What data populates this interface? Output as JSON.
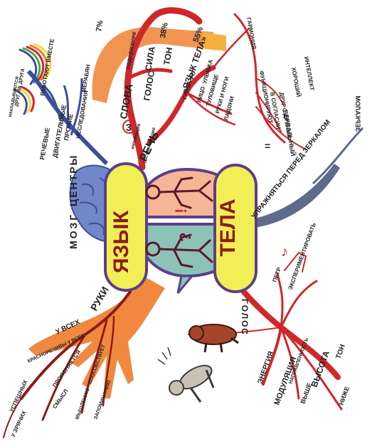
{
  "center": {
    "word_left": "ЯЗЫК",
    "word_right": "ТЕЛА",
    "exclaim": "!",
    "question": "?"
  },
  "colors": {
    "yellow": "#f2ee55",
    "peach": "#f5b596",
    "teal": "#8cc2b8",
    "purple": "#5b3f8a",
    "red": "#d0272b",
    "dark_red": "#8c1b1b",
    "orange": "#f0883f",
    "blue": "#3b4f9c",
    "slate": "#5f6b8c",
    "brain_blue": "#7187c9"
  },
  "speech": {
    "rech": "РЕЧЬ",
    "n3": "3",
    "slova": "СЛОВА",
    "plus": "+",
    "soderzhanie": "содержание",
    "p7": "7%",
    "golos": "ГОЛОС",
    "sila": "СИЛА",
    "ton": "ТОН",
    "p38": "38%",
    "yazyk_tela": "«ЯЗЫК ТЕЛА»",
    "p55": "55%",
    "intonaciya": "интонация",
    "sostavlyayushie": "составляющие",
    "glaza": "ГЛАЗА",
    "rot": "РОТ",
    "lico": "ЛИЦО",
    "ulybka": "УЛЫБКА",
    "tulovishe": "ТУЛОВИЩЕ",
    "ruki_nogi": "РУКИ И НОГИ",
    "ladoni": "ЛАДОНИ",
    "garmoniya": "ГАРМОНИЯ",
    "funkcionirut": "ФУНКЦИОНИРУЮТ",
    "v_soglasii": "В СОГЛАСИИ",
    "drug_s_drugom": "ДРУГ С ДРУГОМ",
    "horoshiy": "ХОРОШИЙ",
    "intellekt": "ИНТЕЛЛЕКТ",
    "verbalniy": "ВЕРБАЛЬНЫЙ",
    "equals": "="
  },
  "brain": {
    "mozg": "МОЗГ",
    "centry": "ЦЕНТРЫ",
    "rechevye": "РЕЧЕВЫЕ",
    "dvigatelnye": "ДВИГАТЕЛЬНЫЕ",
    "prochie": "ПРОЧИЕ",
    "issledovaniya": "ИССЛЕДОВАНИЯ",
    "merabyan": "МЕРАБЯН",
    "rabotayut_vmeste": "РАБОТАЮТ ВМЕСТЕ",
    "nakladyvayutsya": "НАКЛАДЫВАЮТСЯ",
    "drug_na_druga": "ДРУГ НА ДРУГА"
  },
  "mirror": {
    "uprazhnyatsya": "УПРАЖНЯТЬСЯ ПЕРЕД ЗЕРКАЛОМ",
    "mirrored": "ЗЕРКАЛОМ"
  },
  "voice": {
    "golos": "ГОЛОС",
    "petr": "ПЕТР",
    "eksperimentirovat": "ЭКСПЕРИМЕНТИРОВАТЬ",
    "energiya": "ЭНЕРГИЯ",
    "modulyaciya": "МОДУЛЯЦИЯ",
    "napravlennost": "НАПРАВЛЕННОСТЬ",
    "vyshe": "ВЫШЕ",
    "vysota": "ВЫСОТА",
    "ton": "ТОН",
    "nizhe": "НИЖЕ",
    "music_note": "♪"
  },
  "hands": {
    "ruki": "РУКИ",
    "u_vseh": "У ВСЕХ",
    "krasnorechivy": "КРАСНОРЕЧИВЫ У ВСЕХ",
    "proyasnyaetsya": "ПРОЯСНЯЕТСЯ",
    "smysl": "СМЫСЛ",
    "sposobstvuet": "СПОСОБСТВУЕТ",
    "myshlenie": "МЫШЛЕНИЮ",
    "zapominaniyu": "ЗАПОМИНАНИЮ",
    "uspeshnyh": "УСПЕШНЫХ",
    "u_zryachih": "У ЗРЯЧИХ"
  }
}
